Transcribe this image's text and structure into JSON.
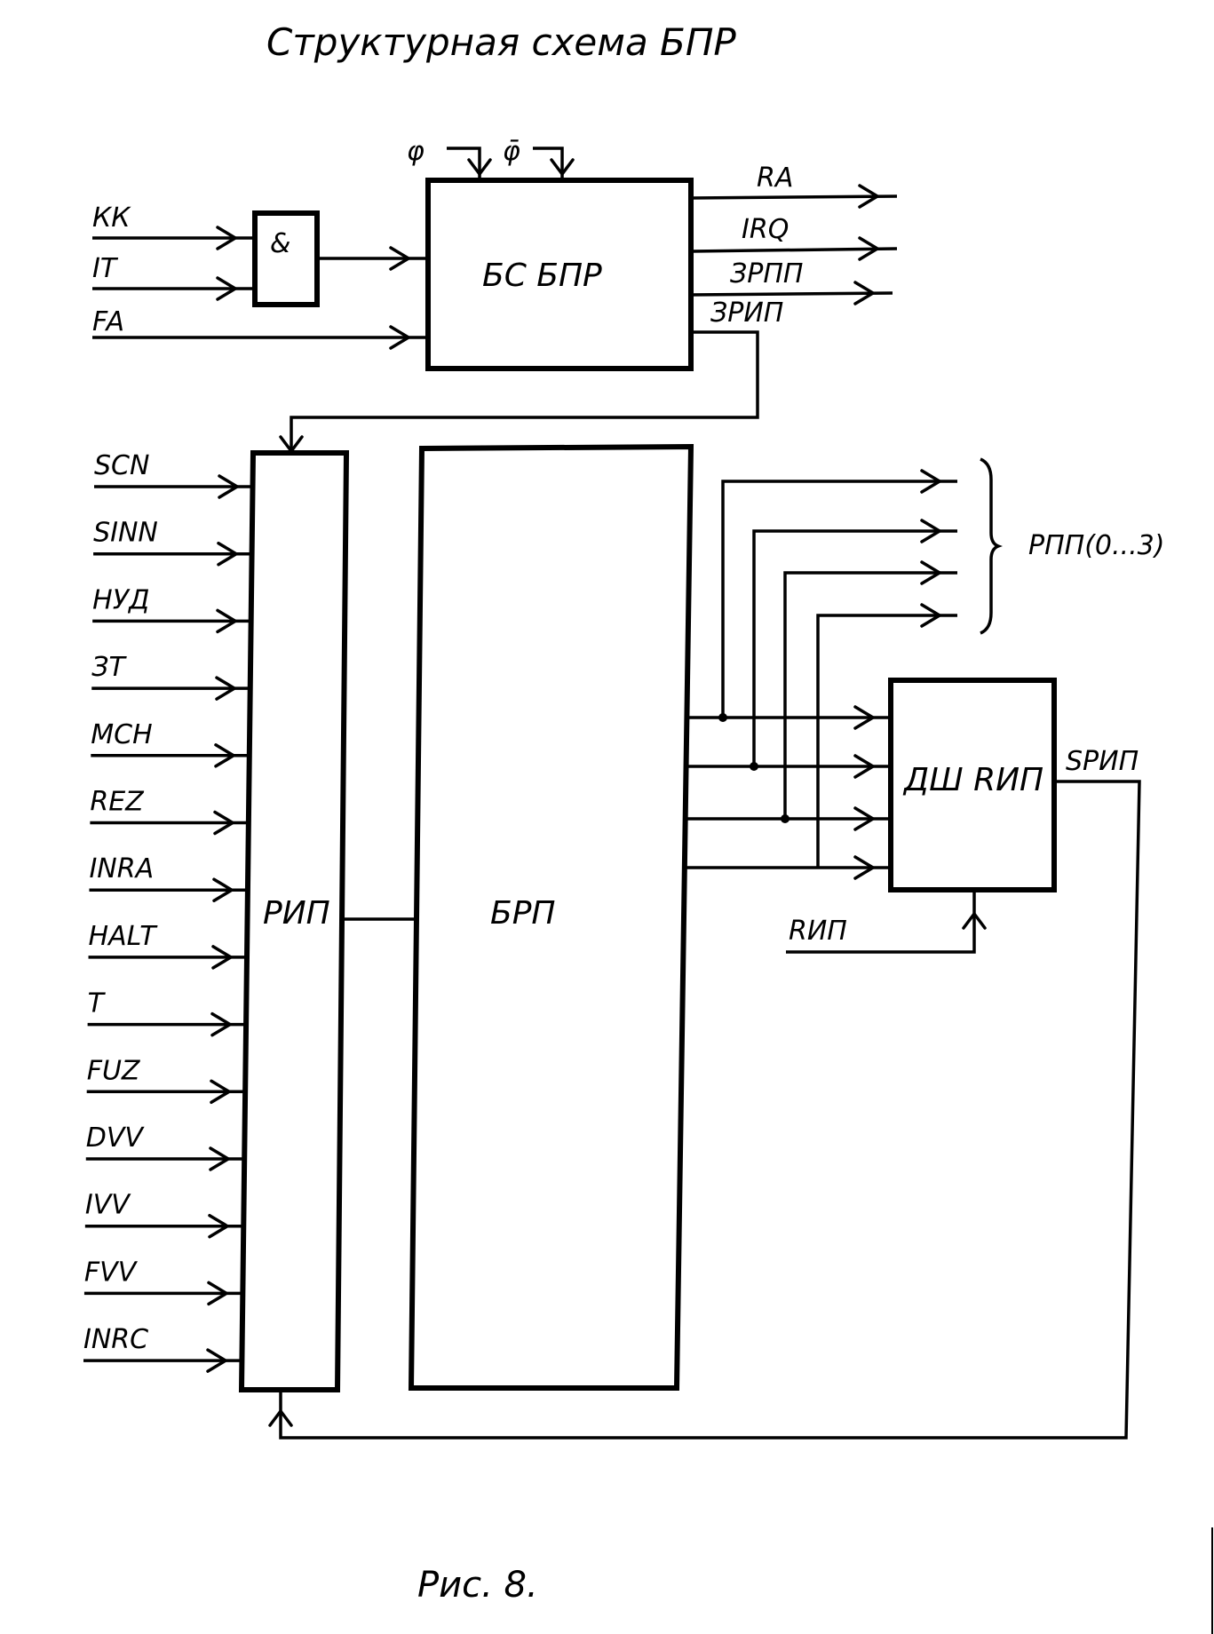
{
  "title": "Структурная схема БПР",
  "caption": "Рис. 8.",
  "blocks": {
    "and_gate": "&",
    "bs_bpr": "БС БПР",
    "rip": "РИП",
    "brp": "БРП",
    "dsh_rip": "ДШ RИП"
  },
  "clock_inputs": {
    "phi": "φ",
    "phi_bar": "φ̄"
  },
  "and_gate_inputs": [
    "КК",
    "IT"
  ],
  "bs_bpr_direct_input": "FA",
  "bs_bpr_outputs": [
    "RA",
    "IRQ",
    "ЗРПП",
    "ЗРИП"
  ],
  "rip_inputs": [
    "SCN",
    "SINN",
    "НУД",
    "ЗТ",
    "MCH",
    "REZ",
    "INRA",
    "HALT",
    "T",
    "FUZ",
    "DVV",
    "IVV",
    "FVV",
    "INRC"
  ],
  "rpp_bus_label": "РПП(0...3)",
  "dsh_reset_input": "RИП",
  "dsh_output": "SРИП"
}
